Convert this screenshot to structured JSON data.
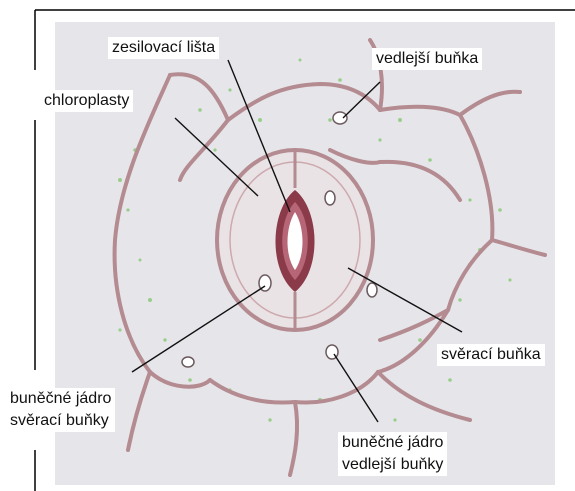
{
  "labels": {
    "reinforcing_ridge": "zesilovací lišta",
    "chloroplasts": "chloroplasty",
    "subsidiary_cell": "vedlejší buňka",
    "guard_cell": "svěrací buňka",
    "guard_nucleus_line1": "buněčné jádro",
    "guard_nucleus_line2": "svěrací buňky",
    "subsidiary_nucleus_line1": "buněčné jádro",
    "subsidiary_nucleus_line2": "vedlejší buňky"
  },
  "colors": {
    "background_panel": "#e6e6ea",
    "cell_wall": "#b48b91",
    "cell_wall_inner": "#f2eef0",
    "chloroplast": "#8cc97a",
    "pore": "#8a3a48",
    "pore_inner": "#ffffff",
    "leader_line": "#111111"
  }
}
